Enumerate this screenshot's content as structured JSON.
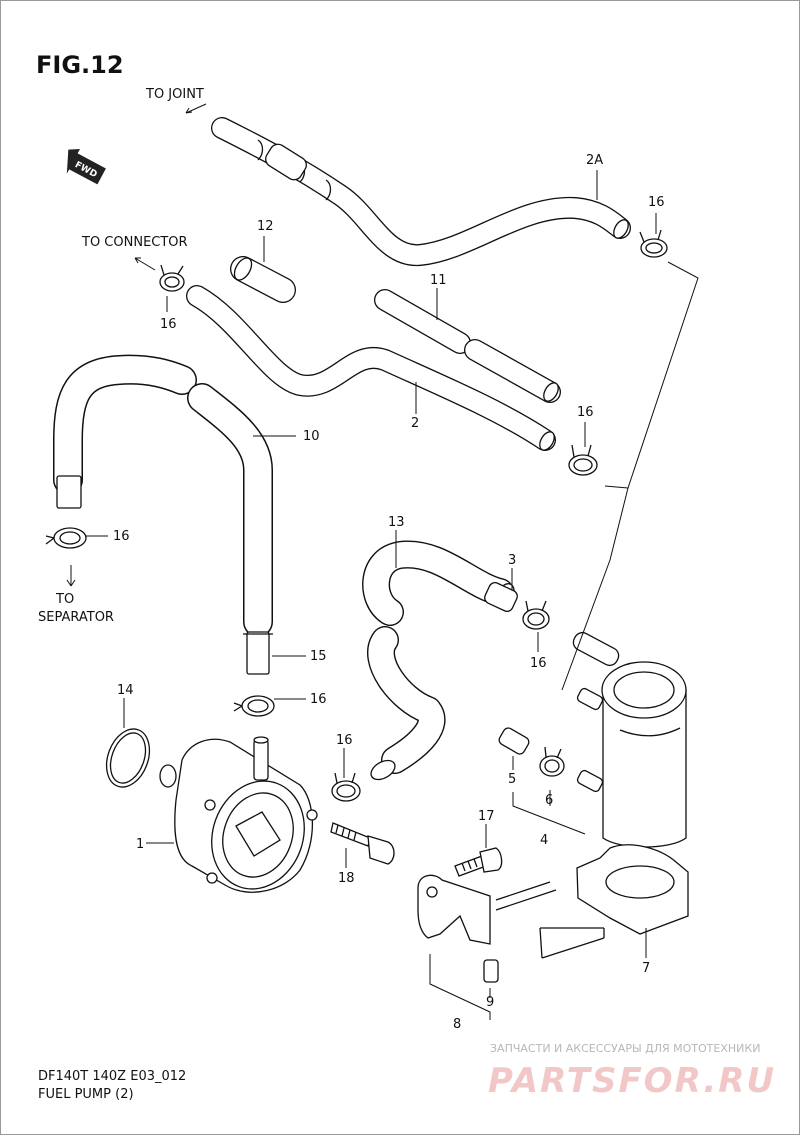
{
  "figure": {
    "title": "FIG.12",
    "model": "DF140T 140Z E03_012",
    "subtitle": "FUEL PUMP (2)"
  },
  "directions": {
    "to_joint": "TO JOINT",
    "to_connector": "TO CONNECTOR",
    "to_separator_line1": "TO",
    "to_separator_line2": "SEPARATOR",
    "fwd": "FWD"
  },
  "callouts": {
    "c1": "1",
    "c2": "2",
    "c2a": "2A",
    "c3": "3",
    "c4": "4",
    "c5": "5",
    "c6": "6",
    "c7": "7",
    "c8": "8",
    "c9": "9",
    "c10": "10",
    "c11": "11",
    "c12": "12",
    "c13": "13",
    "c14": "14",
    "c15": "15",
    "c16": "16",
    "c17": "17",
    "c18": "18"
  },
  "watermark": {
    "tagline": "ЗАПЧАСТИ И АКСЕССУАРЫ ДЛЯ МОТОТЕХНИКИ",
    "brand": "PARTSFOR.RU",
    "brand_color": "#e8a3a3"
  }
}
